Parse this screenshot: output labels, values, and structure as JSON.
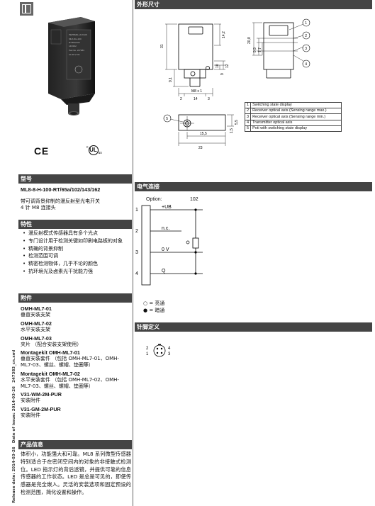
{
  "product": {
    "section_model": "型号",
    "model": "ML8-8-H-100-RT/65a/102/143/162",
    "description": "带可调背景抑制的漫反射型光电开关\n4 针 M8 连接头"
  },
  "features": {
    "title": "特性",
    "items": [
      "漫反射模式传感器具有多个光点",
      "专门设计用于检测关键如印刷电路板的对象",
      "精确的背景抑制",
      "检测范围可调",
      "精密检测物体，几乎不论的颜色",
      "抗环境光及卤素光干扰能力强"
    ]
  },
  "accessories": {
    "title": "附件",
    "items": [
      {
        "code": "OMH-ML7-01",
        "desc": "垂直安装支架"
      },
      {
        "code": "OMH-ML7-02",
        "desc": "水平安装支架"
      },
      {
        "code": "OMH-ML7-03",
        "desc": "夹片 （配合安装支架使用）"
      },
      {
        "code": "Montagekit OMH-ML7-01",
        "desc": "垂直安装套件 （包括 OMH-ML7-01、OMH-ML7-03、螺丝、螺帽、垫圈等）"
      },
      {
        "code": "Montagekit OMH-ML7-02",
        "desc": "水平安装套件 （包括 OMH-ML7-02、OMH-ML7-03、螺丝、螺帽、垫圈等）"
      },
      {
        "code": "V31-WM-2M-PUR",
        "desc": "安装附件"
      },
      {
        "code": "V31-GM-2M-PUR",
        "desc": "安装附件"
      }
    ]
  },
  "info": {
    "title": "产品信息",
    "text": "体积小，功能强大和可靠。ML8 系列微型传感器特别适合于在密闭空间内的对象的非接触式检测位。LED 指示灯的背后透镜，并提供可靠的信息传感器的工作状态。LED 是总是可见的，即使传感器是完全嵌入。灵活的安装选项和固定预设的检测范围，简化设置和操作。"
  },
  "sidebar": {
    "release": "Release date: 2014-03-26",
    "issue": "Date of issue: 2014-03-26",
    "file": "247383_cn.xml"
  },
  "dimensions": {
    "title": "外形尺寸",
    "labels": {
      "d31": "31",
      "d14_2": "14,2",
      "d20_8": "20,8",
      "d9_9": "9,9",
      "d7_7": "7,7",
      "d12": "12",
      "d10": "10",
      "d9": "9",
      "d9_1": "9,1",
      "m8": "M8 x 1",
      "d2": "2",
      "d14": "14",
      "d3": "3",
      "d15_5": "15,5",
      "d23": "23",
      "d5_5": "5,5",
      "d1_5": "1,5"
    },
    "callouts": [
      "1",
      "2",
      "3",
      "4",
      "5"
    ],
    "legend": [
      {
        "n": "1",
        "t": "Switching state display"
      },
      {
        "n": "2",
        "t": "Receiver optical axis (Sensing range max.)"
      },
      {
        "n": "3",
        "t": "Receiver optical axis (Sensing range min.)"
      },
      {
        "n": "4",
        "t": "Transmitter optical axis"
      },
      {
        "n": "5",
        "t": "Poti with switching state display"
      }
    ]
  },
  "electrical": {
    "title": "电气连接",
    "option_label": "Option:",
    "option_value": "102",
    "pins": [
      {
        "n": "1",
        "label": "+UB"
      },
      {
        "n": "2",
        "label": "n.c."
      },
      {
        "n": "3",
        "label": "0 V"
      },
      {
        "n": "4",
        "label": "Q"
      }
    ],
    "legend_light": "○ = 亮通",
    "legend_dark": "● = 暗通"
  },
  "pinout": {
    "title": "针脚定义",
    "pins": [
      "2",
      "1",
      "4",
      "3"
    ]
  }
}
